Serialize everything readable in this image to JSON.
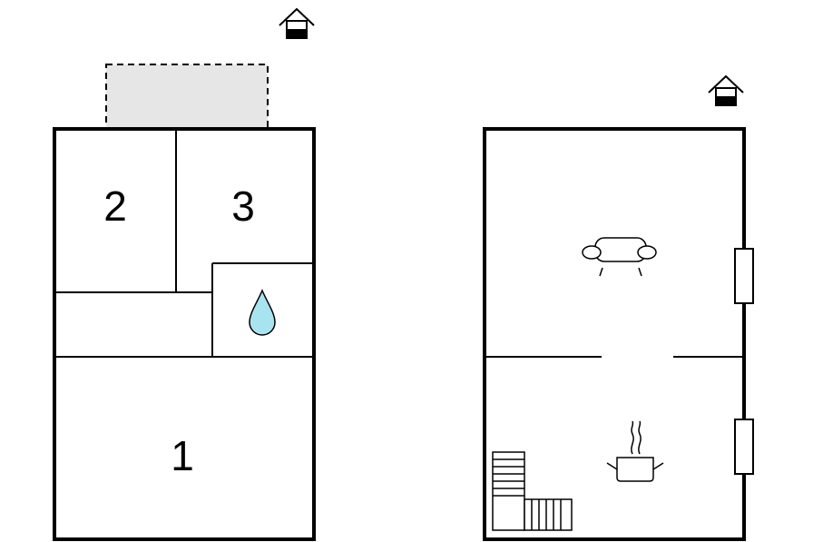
{
  "floor_plan": {
    "left_floor": {
      "rooms": [
        {
          "number": "1"
        },
        {
          "number": "2"
        },
        {
          "number": "3"
        }
      ],
      "icons": [
        "entrance-icon",
        "water-drop-icon"
      ]
    },
    "right_floor": {
      "icons": [
        "entrance-icon",
        "sofa-icon",
        "cooking-pot-icon",
        "staircase-icon",
        "window-icon",
        "window-icon"
      ]
    },
    "colors": {
      "wall": "#000000",
      "terrace": "#e6e6e6",
      "water": "#a8e4f0"
    }
  }
}
